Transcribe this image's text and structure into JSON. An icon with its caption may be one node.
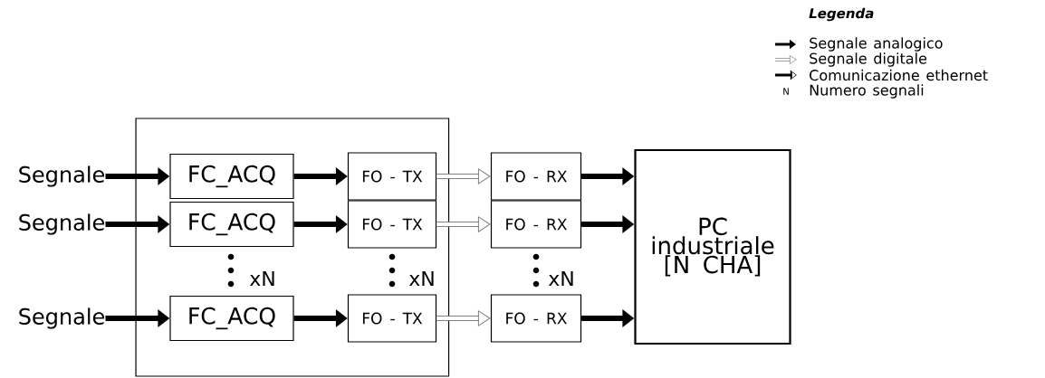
{
  "diagram": {
    "nodes": [
      {
        "text": [],
        "shape": "box"
      },
      {
        "text": [
          "Segnale"
        ]
      },
      {
        "text": [
          "Segnale"
        ]
      },
      {
        "text": [
          "Segnale"
        ]
      },
      {
        "text": [
          "FC_ACQ"
        ],
        "in": 0
      },
      {
        "text": [
          "FC_ACQ"
        ],
        "in": 0
      },
      {
        "text": [
          "FC_ACQ"
        ],
        "in": 0
      },
      {
        "text": [
          "FO - TX"
        ],
        "in": 0
      },
      {
        "text": [
          "FO - TX"
        ],
        "in": 0
      },
      {
        "text": [
          "FO - TX"
        ],
        "in": 0
      },
      {
        "text": [
          "FO - RX"
        ]
      },
      {
        "text": [
          "FO - RX"
        ]
      },
      {
        "text": [
          "FO - RX"
        ]
      },
      {
        "text": [
          "PC industriale [N CHA]"
        ]
      }
    ],
    "edges": [
      {
        "from": 1,
        "to": 4,
        "arrow": "to"
      },
      {
        "from": 2,
        "to": 5,
        "arrow": "to"
      },
      {
        "from": 3,
        "to": 6,
        "arrow": "to"
      },
      {
        "from": 4,
        "to": 7,
        "arrow": "to"
      },
      {
        "from": 5,
        "to": 8,
        "arrow": "to"
      },
      {
        "from": 6,
        "to": 9,
        "arrow": "to"
      },
      {
        "from": 7,
        "to": 10,
        "arrow": "to",
        "color": "#808080"
      },
      {
        "from": 8,
        "to": 11,
        "arrow": "to",
        "color": "#808080"
      },
      {
        "from": 9,
        "to": 12,
        "arrow": "to",
        "color": "#808080"
      },
      {
        "from": 10,
        "to": 13,
        "arrow": "to"
      },
      {
        "from": 11,
        "to": 13,
        "arrow": "to"
      },
      {
        "from": 12,
        "to": 13,
        "arrow": "to"
      }
    ],
    "labels": [
      "Legenda",
      "N",
      "xN",
      "xN",
      "xN"
    ],
    "legend": [
      {
        "text": "Segnale analogico"
      },
      {
        "text": "Segnale digitale"
      },
      {
        "text": "Comunicazione ethernet"
      },
      {
        "text": "Numero segnali"
      }
    ]
  }
}
